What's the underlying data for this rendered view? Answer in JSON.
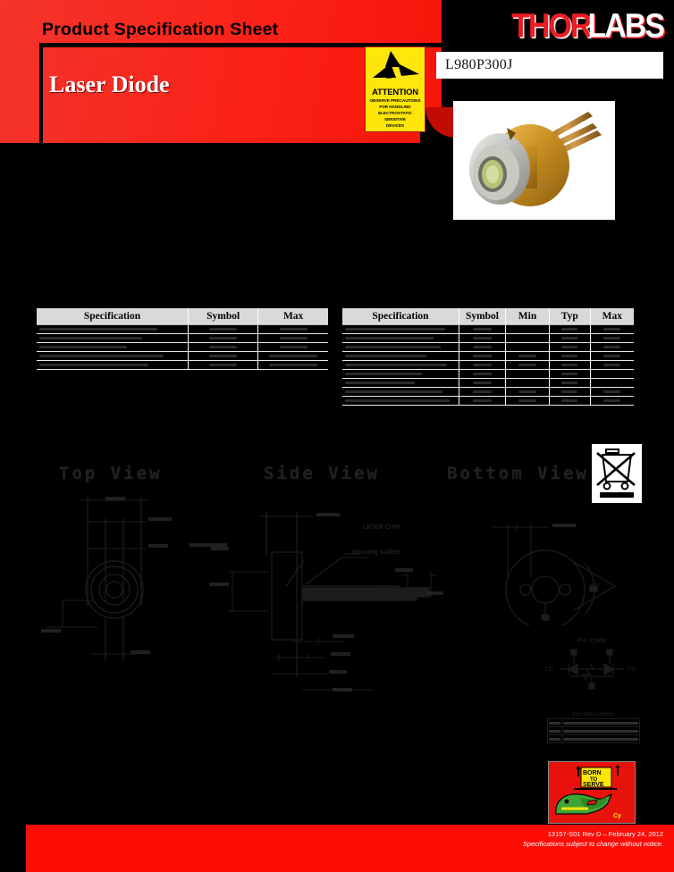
{
  "header": {
    "title": "Product Specification Sheet",
    "subtitle": "Laser Diode",
    "product_code": "L980P300J",
    "brand_part1": "THOR",
    "brand_part2": "LABS",
    "brand_color_1": "#ec1c24",
    "brand_color_2": "#ffffff",
    "band_color": "#fc1f15"
  },
  "esd_label": {
    "heading": "ATTENTION",
    "line1": "OBSERVE PRECAUTIONS",
    "line2": "FOR HANDLING",
    "line3": "ELECTROSTATIC",
    "line4": "SENSITIVE",
    "line5": "DEVICES",
    "background": "#ffe60a"
  },
  "photo": {
    "alt": "TO-can gold laser diode package with three leads"
  },
  "tables": {
    "absolute_maximum": {
      "headers": [
        "Specification",
        "Symbol",
        "Max"
      ],
      "row_count": 5,
      "rows": [
        [
          "",
          "",
          ""
        ],
        [
          "",
          "",
          ""
        ],
        [
          "",
          "",
          ""
        ],
        [
          "",
          "",
          ""
        ],
        [
          "",
          "",
          ""
        ]
      ]
    },
    "optical_electrical": {
      "headers": [
        "Specification",
        "Symbol",
        "Min",
        "Typ",
        "Max"
      ],
      "row_count": 9,
      "rows": [
        [
          "",
          "",
          "",
          "",
          ""
        ],
        [
          "",
          "",
          "",
          "",
          ""
        ],
        [
          "",
          "",
          "",
          "",
          ""
        ],
        [
          "",
          "",
          "",
          "",
          ""
        ],
        [
          "",
          "",
          "",
          "",
          ""
        ],
        [
          "",
          "",
          "",
          "",
          ""
        ],
        [
          "",
          "",
          "",
          "",
          ""
        ],
        [
          "",
          "",
          "",
          "",
          ""
        ],
        [
          "",
          "",
          "",
          "",
          ""
        ]
      ]
    }
  },
  "drawings": {
    "top_view_label": "Top View",
    "side_view_label": "Side View",
    "bottom_view_label": "Bottom View",
    "side_annotation_laser_chip": "LASER CHIP",
    "side_annotation_mounting": "Mounting surface"
  },
  "pin_code": {
    "title": "Pin Code",
    "left_label": "LD",
    "right_label": "PD"
  },
  "pin_description": {
    "title": "Pin Description",
    "rows": [
      "",
      "",
      ""
    ]
  },
  "weee": {
    "name": "weee-crossed-out-bin-icon"
  },
  "born_to_serve": {
    "line1": "BORN",
    "line2": "TO",
    "line3": "SERVE"
  },
  "footer": {
    "doc_id": "13157-S01 Rev D – February 24, 2012",
    "disclaimer": "Specifications subject to change without notice.",
    "band_color": "#fc0d06"
  }
}
